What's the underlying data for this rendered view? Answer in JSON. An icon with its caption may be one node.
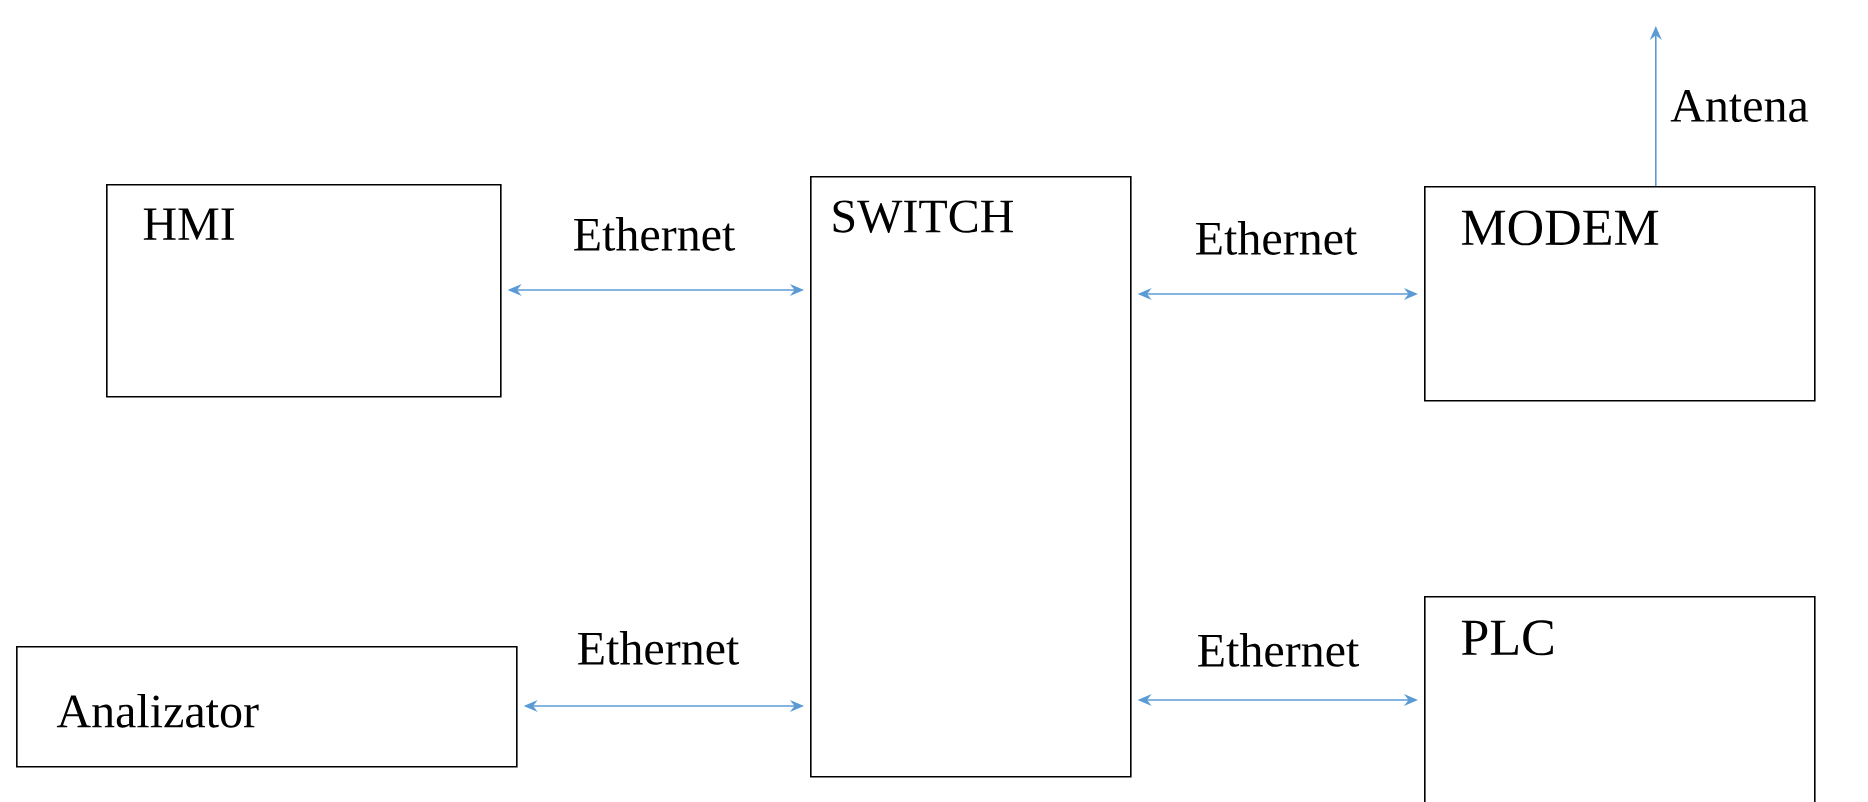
{
  "diagram": {
    "nodes": [
      {
        "text": [
          "HMI"
        ]
      },
      {
        "text": [
          "SWITCH"
        ]
      },
      {
        "text": [
          "MODEM"
        ]
      },
      {
        "text": [
          "Analizator"
        ]
      },
      {
        "text": [
          "PLC"
        ]
      }
    ],
    "edges": [
      {
        "from": 0,
        "to": 1,
        "arrow": "both",
        "label": "Ethernet"
      },
      {
        "from": 1,
        "to": 2,
        "arrow": "both",
        "label": "Ethernet"
      },
      {
        "from": 3,
        "to": 1,
        "arrow": "both",
        "label": "Ethernet"
      },
      {
        "from": 1,
        "to": 4,
        "arrow": "both",
        "label": "Ethernet"
      },
      {
        "from": 2,
        "to": null,
        "arrow": "to",
        "label": "Antena"
      }
    ]
  }
}
